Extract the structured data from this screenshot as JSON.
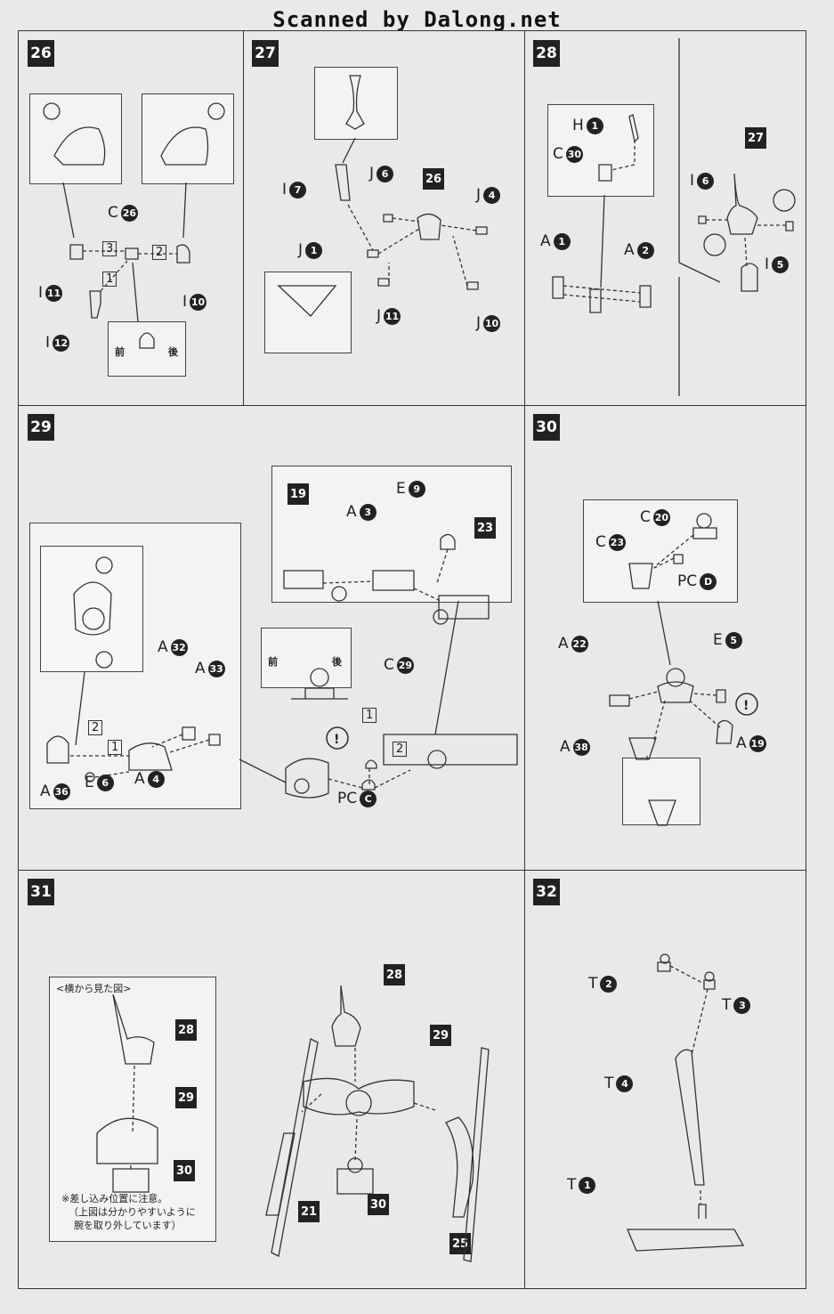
{
  "banner": "Scanned by Dalong.net",
  "steps": {
    "s26": {
      "num": "26",
      "labels": {
        "c26": "C",
        "i11": "I",
        "i12": "I",
        "i10": "I"
      },
      "arrows": [
        "3",
        "2",
        "1"
      ],
      "front": "前",
      "back": "後"
    },
    "s27": {
      "num": "27",
      "labels": {
        "i7": "I",
        "j6": "J",
        "j4": "J",
        "j1": "J",
        "j11": "J",
        "j10": "J"
      },
      "ref": "26"
    },
    "s28": {
      "num": "28",
      "labels": {
        "h1": "H",
        "c30": "C",
        "a1": "A",
        "a2": "A",
        "i6": "I",
        "i5": "I"
      },
      "ref": "27"
    },
    "s29": {
      "num": "29",
      "labels": {
        "a3": "A",
        "e9": "E",
        "a32": "A",
        "a33": "A",
        "c29": "C",
        "a36": "A",
        "e6": "E",
        "a4": "A",
        "pcc": "PC"
      },
      "refs": [
        "19",
        "23"
      ],
      "arrows": [
        "2",
        "1",
        "1",
        "2"
      ],
      "front": "前",
      "back": "後"
    },
    "s30": {
      "num": "30",
      "labels": {
        "c20": "C",
        "c23": "C",
        "pcd": "PC",
        "a22": "A",
        "e5": "E",
        "a38": "A",
        "a19": "A"
      }
    },
    "s31": {
      "num": "31",
      "side_view": "<横から見た図>",
      "note_lines": [
        "※差し込み位置に注意。",
        "（上図は分かりやすいように",
        "腕を取り外しています）"
      ],
      "refs": [
        "28",
        "29",
        "30",
        "28",
        "29",
        "21",
        "30",
        "25"
      ]
    },
    "s32": {
      "num": "32",
      "labels": {
        "t2": "T",
        "t3": "T",
        "t4": "T",
        "t1": "T"
      }
    }
  },
  "circled": {
    "s26": [
      "26",
      "11",
      "12",
      "10"
    ],
    "s27": [
      "7",
      "6",
      "4",
      "1",
      "11",
      "10"
    ],
    "s28": [
      "1",
      "30",
      "1",
      "2",
      "6",
      "5"
    ],
    "s29": [
      "3",
      "9",
      "32",
      "33",
      "29",
      "36",
      "6",
      "4",
      "C"
    ],
    "s30": [
      "20",
      "23",
      "D",
      "22",
      "5",
      "38",
      "19"
    ],
    "s32": [
      "2",
      "3",
      "4",
      "1"
    ]
  },
  "colors": {
    "ink": "#222222",
    "paper": "#e9e9e9"
  }
}
